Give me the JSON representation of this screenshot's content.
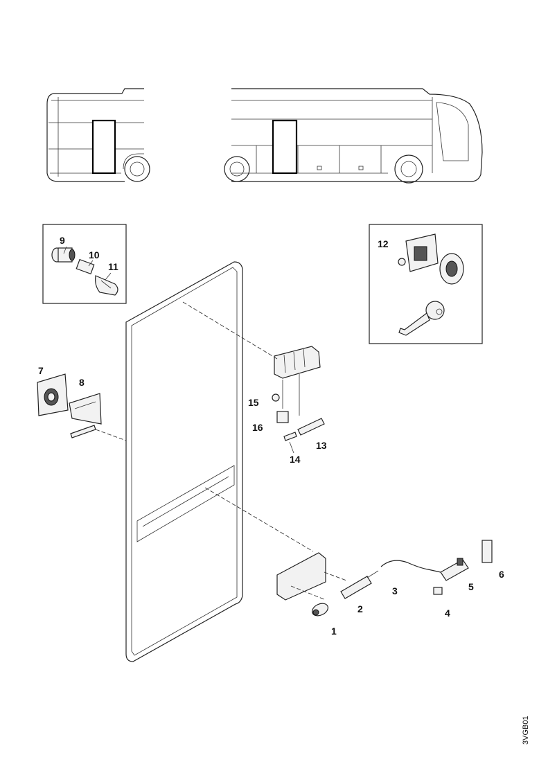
{
  "callouts": {
    "c1": "1",
    "c2": "2",
    "c3": "3",
    "c4": "4",
    "c5": "5",
    "c6": "6",
    "c7": "7",
    "c8": "8",
    "c9": "9",
    "c10": "10",
    "c11": "11",
    "c12": "12",
    "c13": "13",
    "c14": "14",
    "c15": "15",
    "c16": "16"
  },
  "reference_code": "3VGB01"
}
